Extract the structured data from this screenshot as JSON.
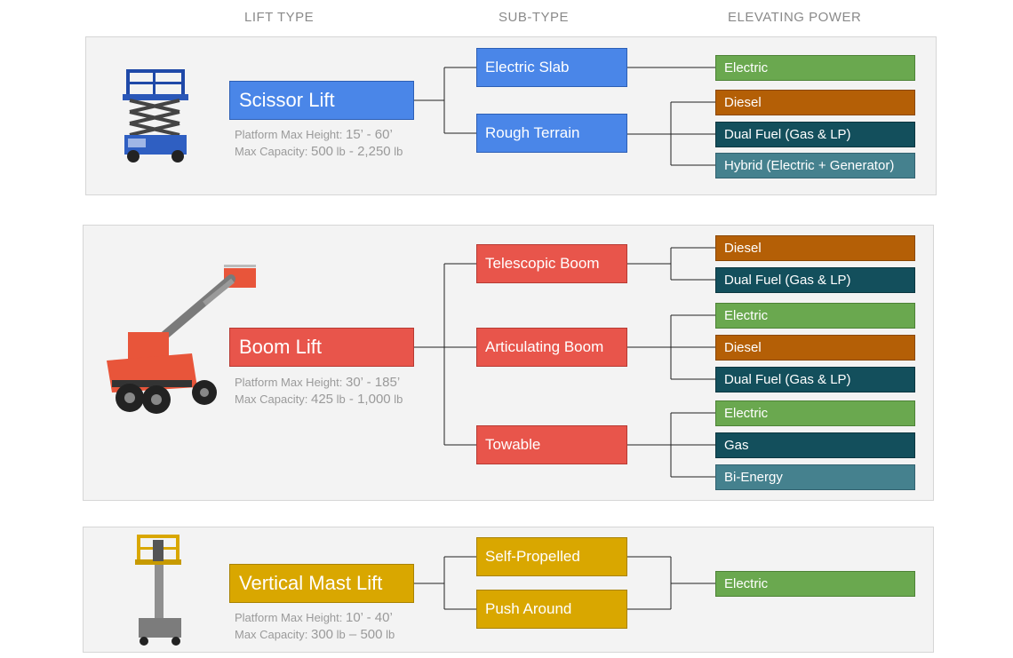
{
  "headers": {
    "lift_type": "LIFT TYPE",
    "sub_type": "SUB-TYPE",
    "elevating_power": "ELEVATING POWER"
  },
  "scissor": {
    "name": "Scissor Lift",
    "height_label": "Platform Max Height: ",
    "height_value": "15’ -  60’",
    "capacity_label": "Max Capacity: ",
    "cap_min": "500",
    "cap_sep": " - ",
    "cap_max": "2,250",
    "unit": " lb",
    "subtypes": [
      "Electric Slab",
      "Rough Terrain"
    ],
    "powers": [
      "Electric",
      "Diesel",
      "Dual Fuel (Gas & LP)",
      "Hybrid (Electric + Generator)"
    ]
  },
  "boom": {
    "name": "Boom Lift",
    "height_label": "Platform Max Height: ",
    "height_value": "30’ - 185’",
    "capacity_label": "Max Capacity: ",
    "cap_min": "425",
    "cap_sep": " - ",
    "cap_max": "1,000",
    "unit": " lb",
    "subtypes": [
      "Telescopic Boom",
      "Articulating Boom",
      "Towable"
    ],
    "powers": [
      "Diesel",
      "Dual Fuel (Gas & LP)",
      "Electric",
      "Diesel",
      "Dual Fuel (Gas & LP)",
      "Electric",
      "Gas",
      "Bi-Energy"
    ]
  },
  "mast": {
    "name": "Vertical Mast Lift",
    "height_label": "Platform Max Height: ",
    "height_value": "10’ - 40’",
    "capacity_label": "Max Capacity: ",
    "cap_min": "300",
    "cap_sep": " – ",
    "cap_max": "500",
    "unit": " lb",
    "subtypes": [
      "Self-Propelled",
      "Push Around"
    ],
    "powers": [
      "Electric"
    ]
  },
  "colors": {
    "scissor": "#4a86e8",
    "boom": "#e8554b",
    "mast": "#d9a700",
    "electric": "#6aa84f",
    "diesel": "#b45f06",
    "dual_fuel": "#134f5c",
    "hybrid": "#45818e"
  },
  "icons": [
    "scissor-lift-image",
    "boom-lift-image",
    "vertical-mast-lift-image"
  ]
}
